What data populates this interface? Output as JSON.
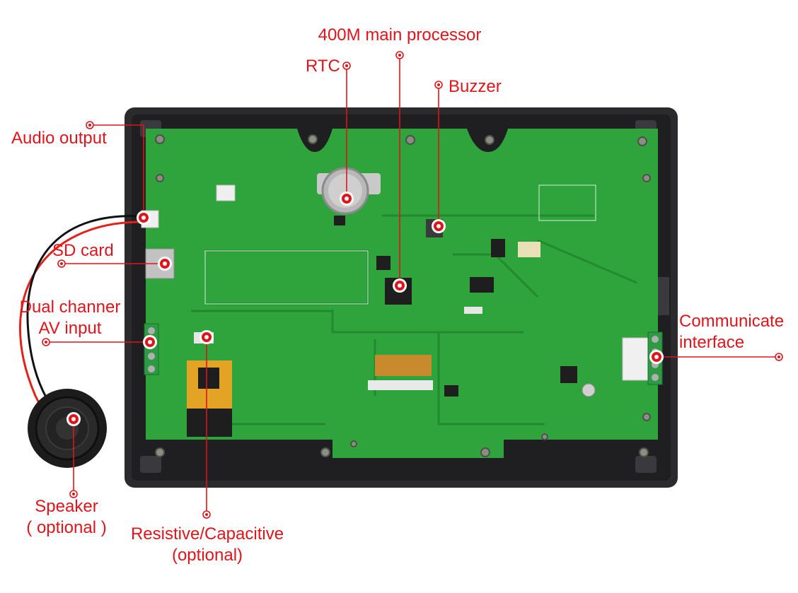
{
  "accent_color": "#e0141b",
  "board_color": "#2fa33c",
  "bezel_color": "#2b2b2e",
  "callouts": [
    {
      "id": "main-processor",
      "lines": [
        "400M main processor"
      ]
    },
    {
      "id": "rtc",
      "lines": [
        "RTC"
      ]
    },
    {
      "id": "buzzer",
      "lines": [
        "Buzzer"
      ]
    },
    {
      "id": "audio-output",
      "lines": [
        "Audio output"
      ]
    },
    {
      "id": "sd-card",
      "lines": [
        "SD card"
      ]
    },
    {
      "id": "av-input",
      "lines": [
        "Dual channer",
        "AV input"
      ]
    },
    {
      "id": "communicate-interface",
      "lines": [
        "Communicate",
        "interface"
      ]
    },
    {
      "id": "speaker",
      "lines": [
        "Speaker",
        "( optional )"
      ]
    },
    {
      "id": "touch",
      "lines": [
        "Resistive/Capacitive",
        "(optional)"
      ]
    }
  ]
}
